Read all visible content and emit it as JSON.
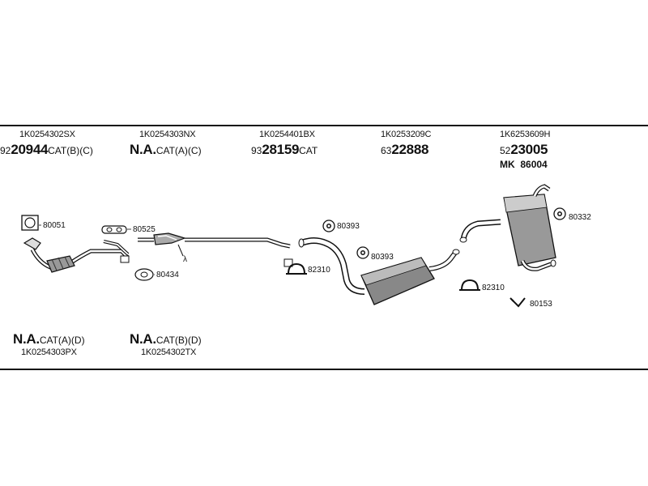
{
  "top_parts": [
    {
      "code": "1K0254302SX",
      "prefix": "92",
      "number": "20944",
      "suffix": "CAT(B)(C)"
    },
    {
      "code": "1K0254303NX",
      "prefix": "",
      "number": "N.A.",
      "suffix": "CAT(A)(C)"
    },
    {
      "code": "1K0254401BX",
      "prefix": "93",
      "number": "28159",
      "suffix": "CAT"
    },
    {
      "code": "1K0253209C",
      "prefix": "63",
      "number": "22888",
      "suffix": ""
    },
    {
      "code": "1K6253609H",
      "prefix": "52",
      "number": "23005",
      "suffix": ""
    }
  ],
  "mounting_kit": {
    "prefix": "MK",
    "number": "86004"
  },
  "bottom_parts": [
    {
      "number": "N.A.",
      "suffix": "CAT(A)(D)",
      "code": "1K0254303PX"
    },
    {
      "number": "N.A.",
      "suffix": "CAT(B)(D)",
      "code": "1K0254302TX"
    }
  ],
  "component_labels": {
    "gasket_a": "80051",
    "gasket_b": "80525",
    "gasket_c": "80434",
    "ring_1": "80393",
    "ring_2": "80393",
    "clamp_1": "82310",
    "clamp_2": "82310",
    "rubber_mount": "80332",
    "hanger": "80153",
    "lambda_symbol": "λ"
  }
}
